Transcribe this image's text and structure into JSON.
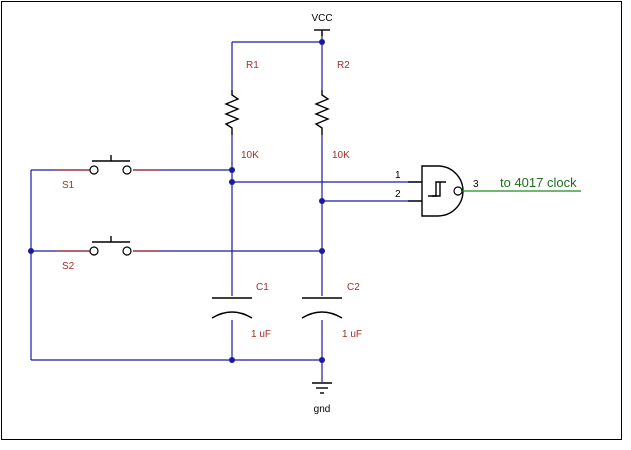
{
  "labels": {
    "vcc": "VCC",
    "gnd": "gnd",
    "r1": "R1",
    "r2": "R2",
    "r1_value": "10K",
    "r2_value": "10K",
    "c1": "C1",
    "c2": "C2",
    "c1_value": "1 uF",
    "c2_value": "1 uF",
    "s1": "S1",
    "s2": "S2",
    "pin1": "1",
    "pin2": "2",
    "pin3": "3",
    "output": "to 4017 clock"
  },
  "colors": {
    "wire": "#1a1aa0",
    "component": "#000000",
    "label": "#a0302a",
    "output": "#1f6f1f"
  }
}
